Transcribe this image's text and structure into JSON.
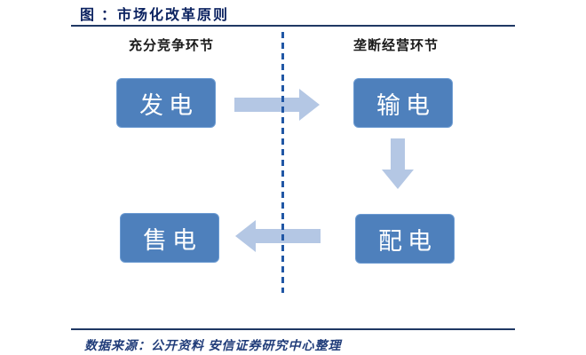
{
  "figure": {
    "title": "图 ：市场化改革原则"
  },
  "sections": {
    "competitive": "充分竞争环节",
    "monopoly": "垄断经营环节"
  },
  "nodes": {
    "generation": "发电",
    "transmission": "输电",
    "distribution": "配电",
    "retail": "售电"
  },
  "edges": [
    {
      "from": "发电",
      "to": "输电",
      "direction": "right"
    },
    {
      "from": "输电",
      "to": "配电",
      "direction": "down"
    },
    {
      "from": "配电",
      "to": "售电",
      "direction": "left"
    }
  ],
  "footer": {
    "source": "数据来源：公开资料 安信证券研究中心整理"
  },
  "colors": {
    "title_navy": "#0c2361",
    "rule_navy": "#1f3864",
    "node_fill": "#4e80bc",
    "node_border": "#6c9bd2",
    "arrow_fill": "#b4c7e4",
    "divider_dash": "#2157a5",
    "footer_navy": "#213d7a"
  }
}
